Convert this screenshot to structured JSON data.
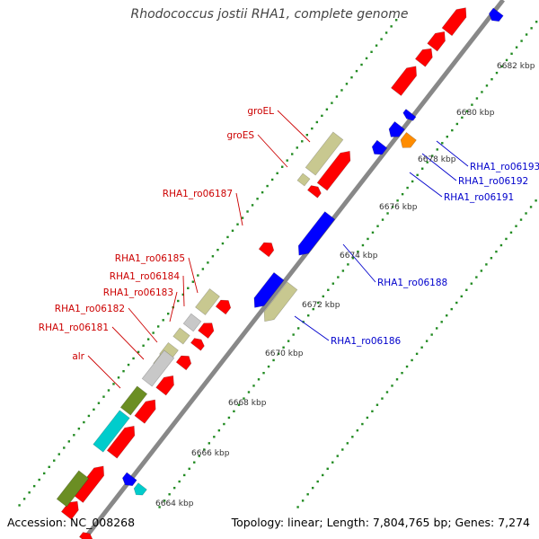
{
  "title": "Rhodococcus jostii RHA1, complete genome",
  "footer": {
    "accession": "Accession: NC_008268",
    "topology": "Topology: linear; Length: 7,804,765 bp; Genes: 7,274"
  },
  "colors": {
    "backbone": "#888888",
    "forward_gene": "#ff0000",
    "reverse_gene": "#0000ff",
    "tick_dots": "#228b22",
    "label_forward": "#cc0000",
    "label_reverse": "#0000cc",
    "olive": "#c8c890",
    "teal": "#00cccc",
    "green": "#6b8e23",
    "grey": "#c8c8c8",
    "orange": "#ff8c00"
  },
  "scale_labels": [
    "6664 kbp",
    "6666 kbp",
    "6668 kbp",
    "6670 kbp",
    "6672 kbp",
    "6674 kbp",
    "6676 kbp",
    "6678 kbp",
    "6680 kbp",
    "6682 kbp"
  ],
  "gene_labels_left": [
    "groEL",
    "groES",
    "RHA1_ro06187",
    "RHA1_ro06185",
    "RHA1_ro06184",
    "RHA1_ro06183",
    "RHA1_ro06182",
    "RHA1_ro06181",
    "alr"
  ],
  "gene_labels_right": [
    "RHA1_ro06193",
    "RHA1_ro06192",
    "RHA1_ro06191",
    "RHA1_ro06188",
    "RHA1_ro06186"
  ]
}
